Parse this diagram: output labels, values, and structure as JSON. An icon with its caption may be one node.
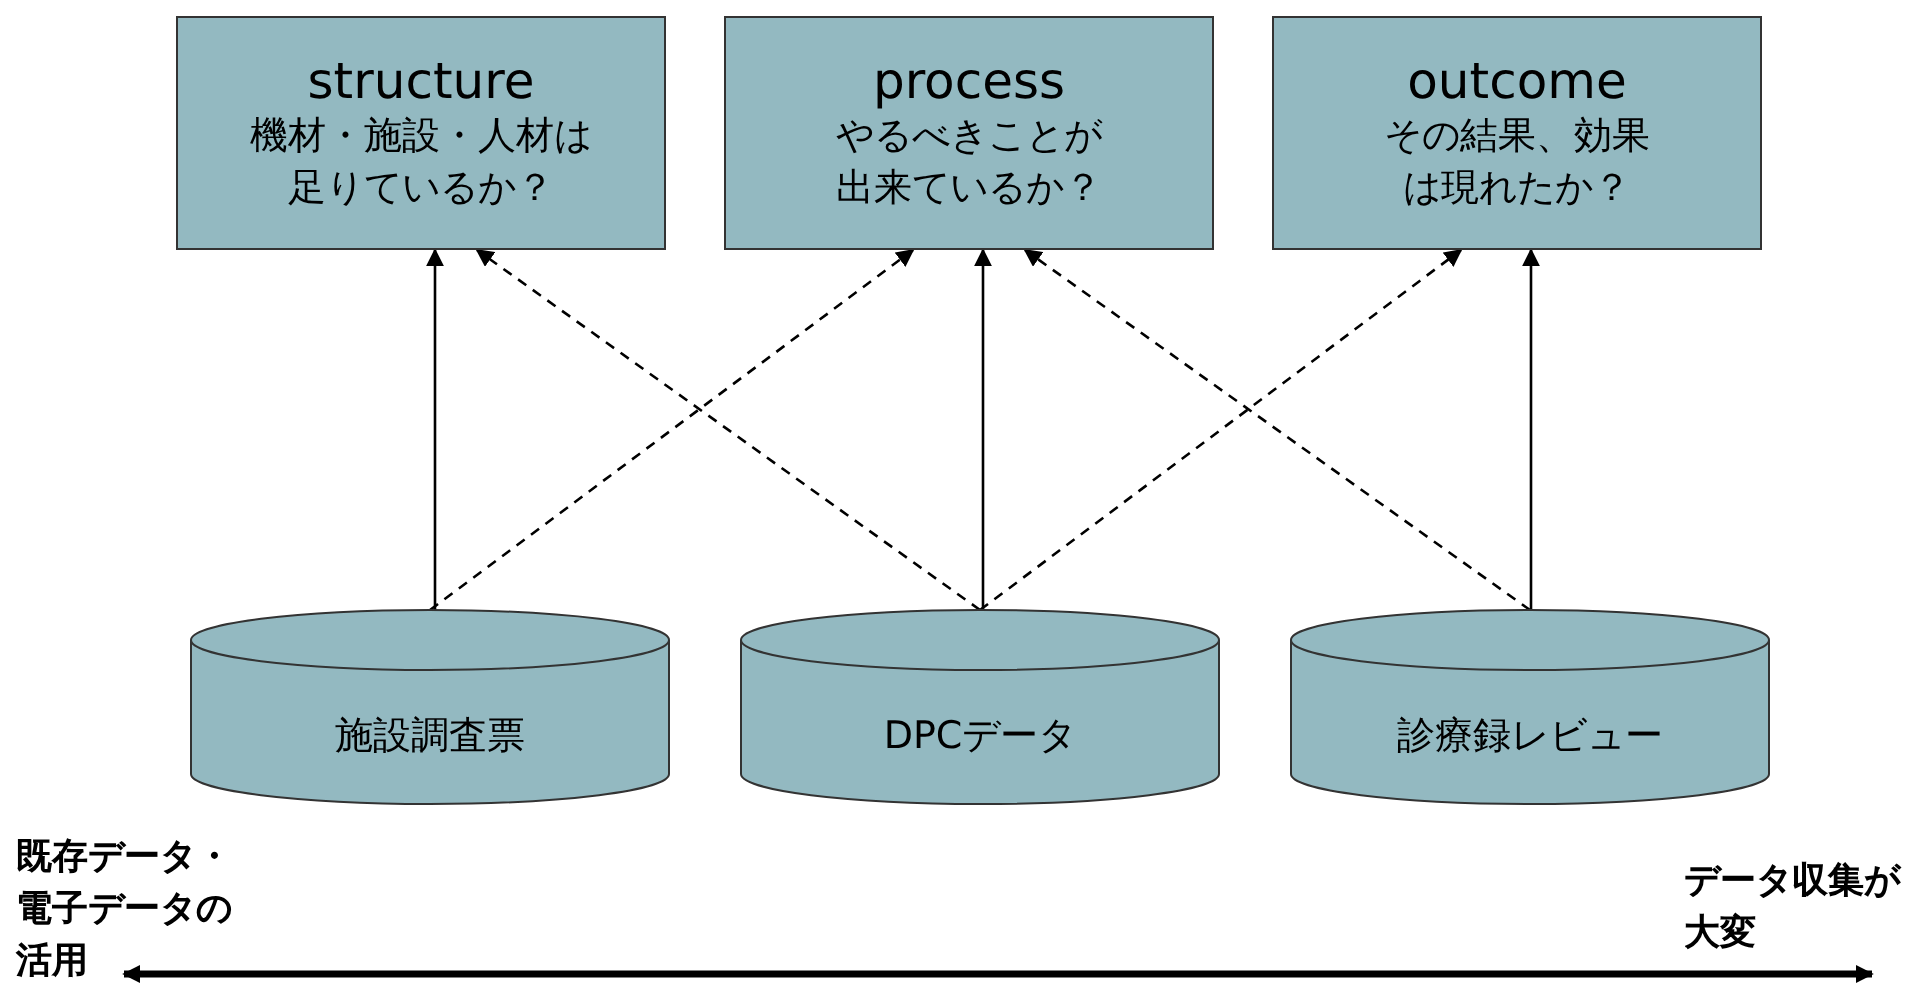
{
  "diagram": {
    "nodes": [
      {
        "text": [
          "structure",
          "機材・施設・人材は足りているか？"
        ]
      },
      {
        "text": [
          "process",
          "やるべきことが出来ているか？"
        ]
      },
      {
        "text": [
          "outcome",
          "その結果、効果は現れたか？"
        ]
      },
      {
        "text": [
          "施設調査票"
        ]
      },
      {
        "text": [
          "DPCデータ"
        ]
      },
      {
        "text": [
          "診療録レビュー"
        ]
      },
      {
        "text": [
          "既存データ・電子データの活用"
        ]
      },
      {
        "text": [
          "データ収集が大変"
        ]
      }
    ],
    "edges": [
      {
        "from": 3,
        "to": 0,
        "arrow": "to"
      },
      {
        "from": 4,
        "to": 1,
        "arrow": "to"
      },
      {
        "from": 5,
        "to": 2,
        "arrow": "to"
      },
      {
        "from": 3,
        "to": 1,
        "arrow": "to",
        "style": "dashed"
      },
      {
        "from": 4,
        "to": 0,
        "arrow": "to",
        "style": "dashed"
      },
      {
        "from": 4,
        "to": 2,
        "arrow": "to",
        "style": "dashed"
      },
      {
        "from": 5,
        "to": 1,
        "arrow": "to",
        "style": "dashed"
      },
      {
        "from": 6,
        "to": 7,
        "arrow": "both",
        "style": "thick"
      }
    ]
  }
}
